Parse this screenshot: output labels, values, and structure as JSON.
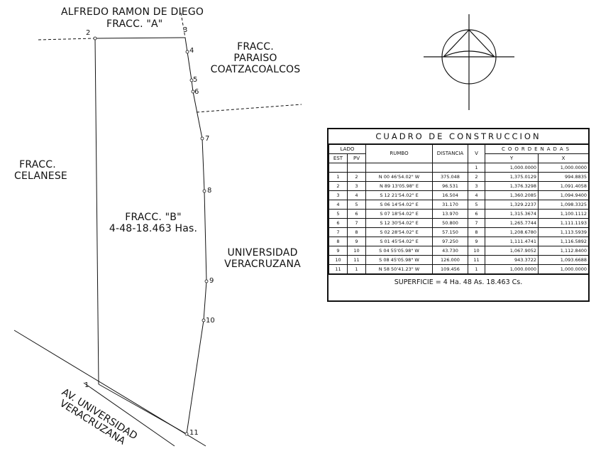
{
  "labels": {
    "alfredo": "ALFREDO RAMON DE DIEGO",
    "fracc_a": "FRACC. \"A\"",
    "paraiso_1": "FRACC.",
    "paraiso_2": "PARAISO",
    "paraiso_3": "COATZACOALCOS",
    "celanese_1": "FRACC.",
    "celanese_2": "CELANESE",
    "fracc_b": "FRACC. \"B\"",
    "area": "4-48-18.463 Has.",
    "uv_1": "UNIVERSIDAD",
    "uv_2": "VERACRUZANA",
    "av_1": "AV. UNIVERSIDAD",
    "av_2": "VERACRUZANA"
  },
  "points": [
    "1",
    "2",
    "3",
    "4",
    "5",
    "6",
    "7",
    "8",
    "9",
    "10",
    "11"
  ],
  "table": {
    "title": "CUADRO DE CONSTRUCCION",
    "header_lado": "LADO",
    "header_est": "EST",
    "header_pv": "PV",
    "header_rumbo": "RUMBO",
    "header_distancia": "DISTANCIA",
    "header_v": "V",
    "header_coordenadas": "COORDENADAS",
    "header_y": "Y",
    "header_x": "X",
    "first_row": {
      "v": "1",
      "y": "1,000.0000",
      "x": "1,000.0000"
    },
    "rows": [
      {
        "est": "1",
        "pv": "2",
        "rumbo": "N 00 46'54.02\" W",
        "dist": "375.048",
        "v": "2",
        "y": "1,375.0129",
        "x": "994.8835"
      },
      {
        "est": "2",
        "pv": "3",
        "rumbo": "N 89 13'05.98\" E",
        "dist": "96.531",
        "v": "3",
        "y": "1,376.3298",
        "x": "1,091.4058"
      },
      {
        "est": "3",
        "pv": "4",
        "rumbo": "S 12 21'54.02\" E",
        "dist": "16.504",
        "v": "4",
        "y": "1,360.2085",
        "x": "1,094.9400"
      },
      {
        "est": "4",
        "pv": "5",
        "rumbo": "S 06 14'54.02\" E",
        "dist": "31.170",
        "v": "5",
        "y": "1,329.2237",
        "x": "1,098.3325"
      },
      {
        "est": "5",
        "pv": "6",
        "rumbo": "S 07 18'54.02\" E",
        "dist": "13.970",
        "v": "6",
        "y": "1,315.3674",
        "x": "1,100.1112"
      },
      {
        "est": "6",
        "pv": "7",
        "rumbo": "S 12 30'54.02\" E",
        "dist": "50.800",
        "v": "7",
        "y": "1,265.7744",
        "x": "1,111.1193"
      },
      {
        "est": "7",
        "pv": "8",
        "rumbo": "S 02 28'54.02\" E",
        "dist": "57.150",
        "v": "8",
        "y": "1,208.6780",
        "x": "1,113.5939"
      },
      {
        "est": "8",
        "pv": "9",
        "rumbo": "S 01 45'54.02\" E",
        "dist": "97.250",
        "v": "9",
        "y": "1,111.4741",
        "x": "1,116.5892"
      },
      {
        "est": "9",
        "pv": "10",
        "rumbo": "S 04 55'05.98\" W",
        "dist": "43.730",
        "v": "10",
        "y": "1,067.9052",
        "x": "1,112.8400"
      },
      {
        "est": "10",
        "pv": "11",
        "rumbo": "S 08 45'05.98\" W",
        "dist": "126.000",
        "v": "11",
        "y": "943.3722",
        "x": "1,093.6688"
      },
      {
        "est": "11",
        "pv": "1",
        "rumbo": "N 58 50'41.23\" W",
        "dist": "109.456",
        "v": "1",
        "y": "1,000.0000",
        "x": "1,000.0000"
      }
    ],
    "superficie": "SUPERFICIE = 4 Ha. 48 As. 18.463 Cs."
  },
  "colors": {
    "line": "#111111",
    "background": "#ffffff"
  },
  "icons": {
    "north": "north-arrow-icon"
  }
}
